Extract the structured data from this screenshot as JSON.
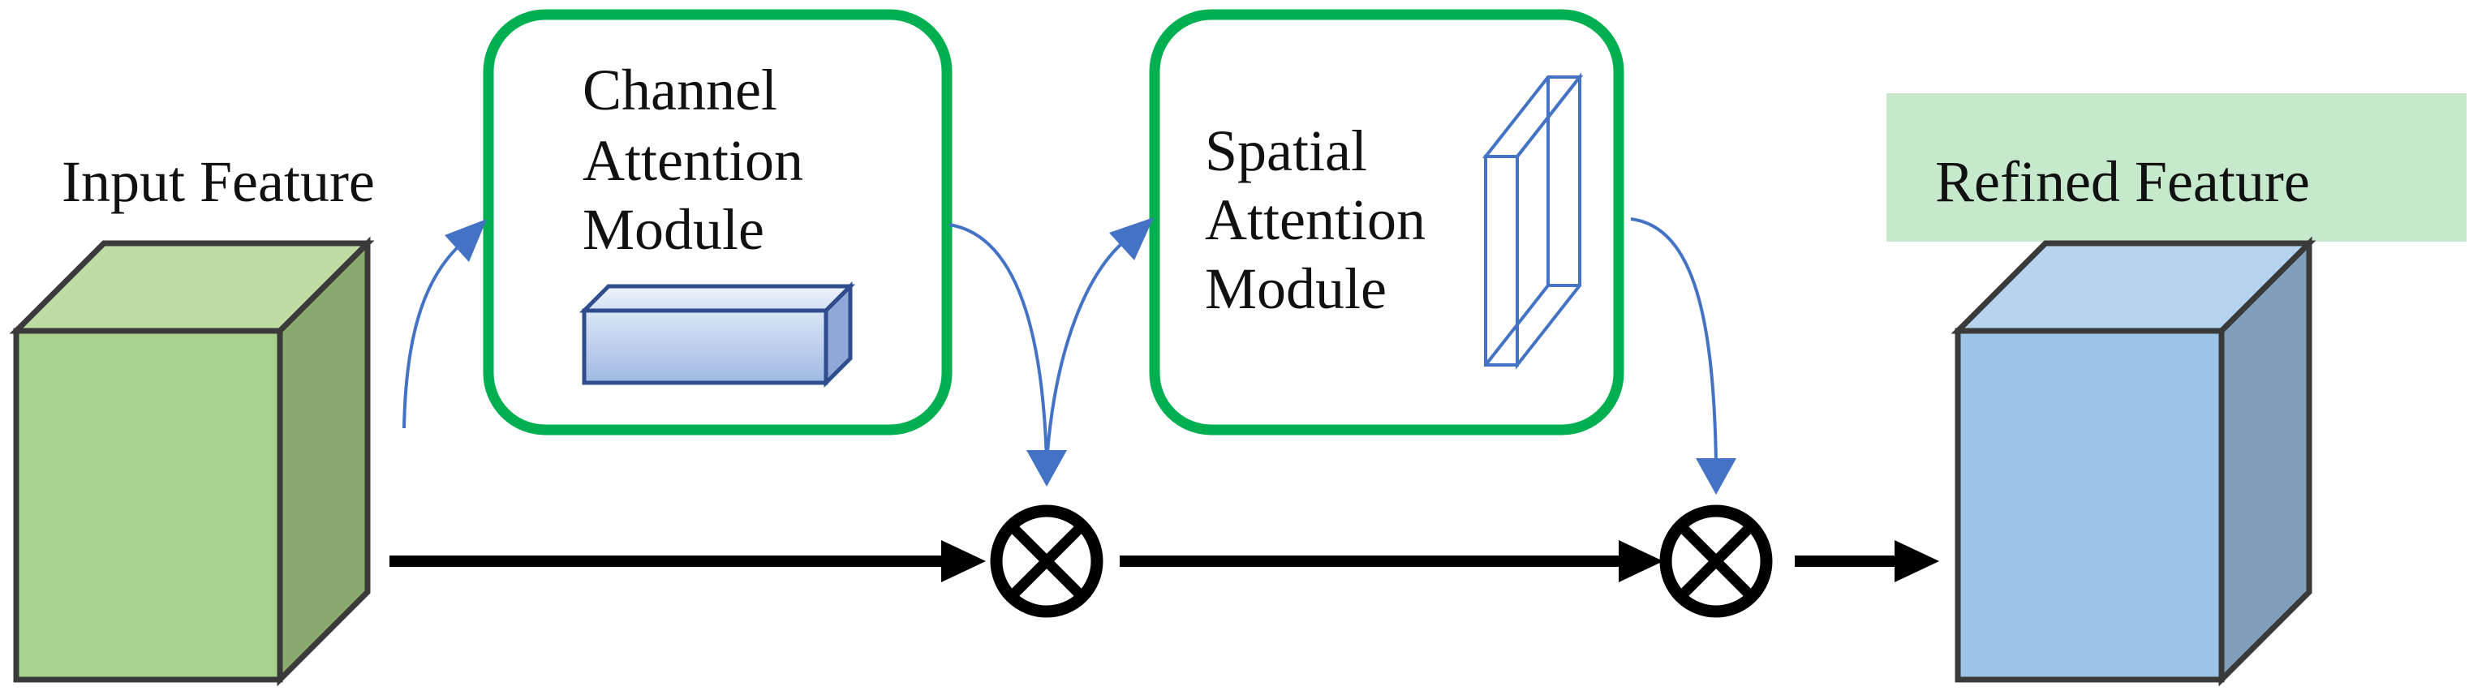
{
  "input_feature": {
    "label": "Input Feature",
    "front_color": "#a9d18e",
    "top_color": "#bedda2",
    "side_color": "#89aa6c"
  },
  "channel_module": {
    "lines": [
      "Channel",
      "Attention",
      "Module"
    ],
    "border_color": "#00b050"
  },
  "spatial_module": {
    "lines": [
      "Spatial",
      "Attention",
      "Module"
    ],
    "border_color": "#00b050"
  },
  "refined_feature": {
    "label": "Refined Feature",
    "label_bg": "#c6e8cc",
    "front_color": "#9dc3e6",
    "top_color": "#b7d4ee",
    "side_color": "#7f9fba"
  },
  "multiply_symbol": "⊗",
  "colors": {
    "arrow_main": "#000000",
    "arrow_attention": "#4472c4",
    "outline": "#3a3a3a"
  }
}
